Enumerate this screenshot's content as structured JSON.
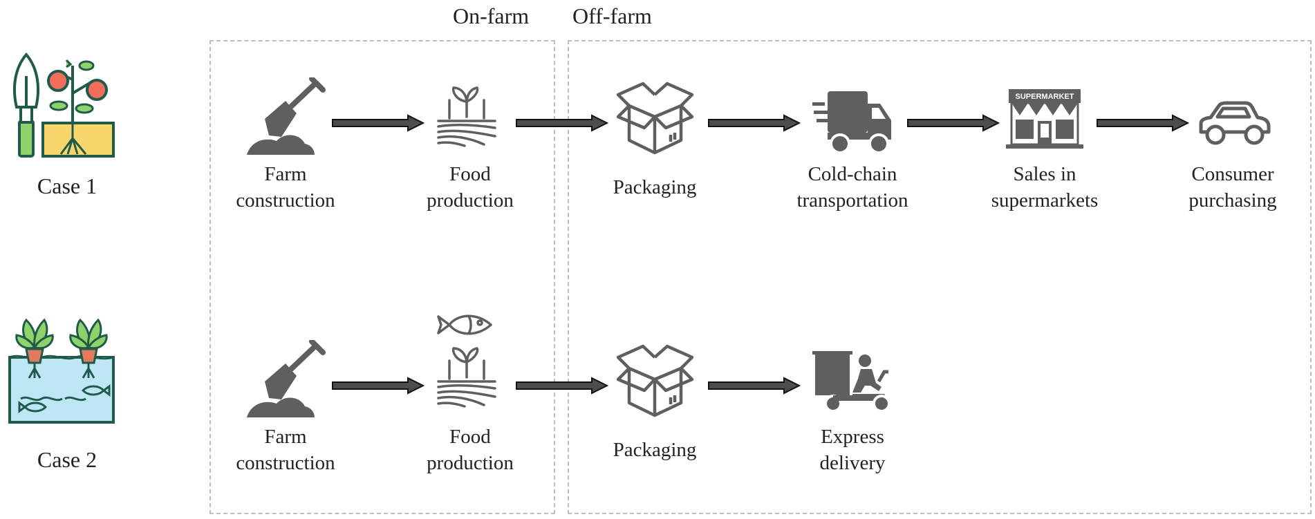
{
  "regions": {
    "on_farm": "On-farm",
    "off_farm": "Off-farm"
  },
  "cases": [
    {
      "label": "Case 1",
      "icon": "soil-farming-icon",
      "steps": [
        {
          "line1": "Farm",
          "line2": "construction",
          "icon": "shovel-icon"
        },
        {
          "line1": "Food",
          "line2": "production",
          "icon": "sprout-field-icon"
        },
        {
          "line1": "Packaging",
          "line2": "",
          "icon": "box-icon"
        },
        {
          "line1": "Cold-chain",
          "line2": "transportation",
          "icon": "truck-icon"
        },
        {
          "line1": "Sales in",
          "line2": "supermarkets",
          "icon": "supermarket-icon",
          "sign": "SUPERMARKET"
        },
        {
          "line1": "Consumer",
          "line2": "purchasing",
          "icon": "car-icon"
        }
      ]
    },
    {
      "label": "Case 2",
      "icon": "aquaponics-icon",
      "steps": [
        {
          "line1": "Farm",
          "line2": "construction",
          "icon": "shovel-icon"
        },
        {
          "line1": "Food",
          "line2": "production",
          "icon": "fish-sprout-icon"
        },
        {
          "line1": "Packaging",
          "line2": "",
          "icon": "box-icon"
        },
        {
          "line1": "Express",
          "line2": "delivery",
          "icon": "delivery-scooter-icon"
        }
      ]
    }
  ],
  "colors": {
    "icon": "#5f5f5f",
    "arrow_fill": "#4d4d4d",
    "arrow_stroke": "#111111",
    "dashed_border": "#bdbdbd",
    "case_outline": "#1f5a4a",
    "tomato": "#f26d5b",
    "leaf": "#8fd16a",
    "soil": "#f9d66b",
    "water": "#bfe6f5",
    "pot": "#e07a5f"
  }
}
